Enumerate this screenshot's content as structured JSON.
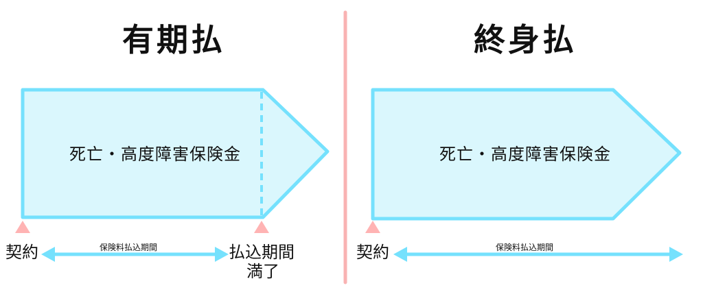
{
  "left": {
    "title": "有期払",
    "box_label": "死亡・高度障害保険金",
    "start_label": "契約",
    "period_label": "保険料払込期間",
    "end_label_line1": "払込期間",
    "end_label_line2": "満了"
  },
  "right": {
    "title": "終身払",
    "box_label": "死亡・高度障害保険金",
    "start_label": "契約",
    "period_label": "保険料払込期間"
  },
  "colors": {
    "box_fill": "#daf7fd",
    "box_stroke": "#75e1fd",
    "arrow": "#75e1fd",
    "marker": "#ffb3b3",
    "divider": "#f9b3b3"
  }
}
